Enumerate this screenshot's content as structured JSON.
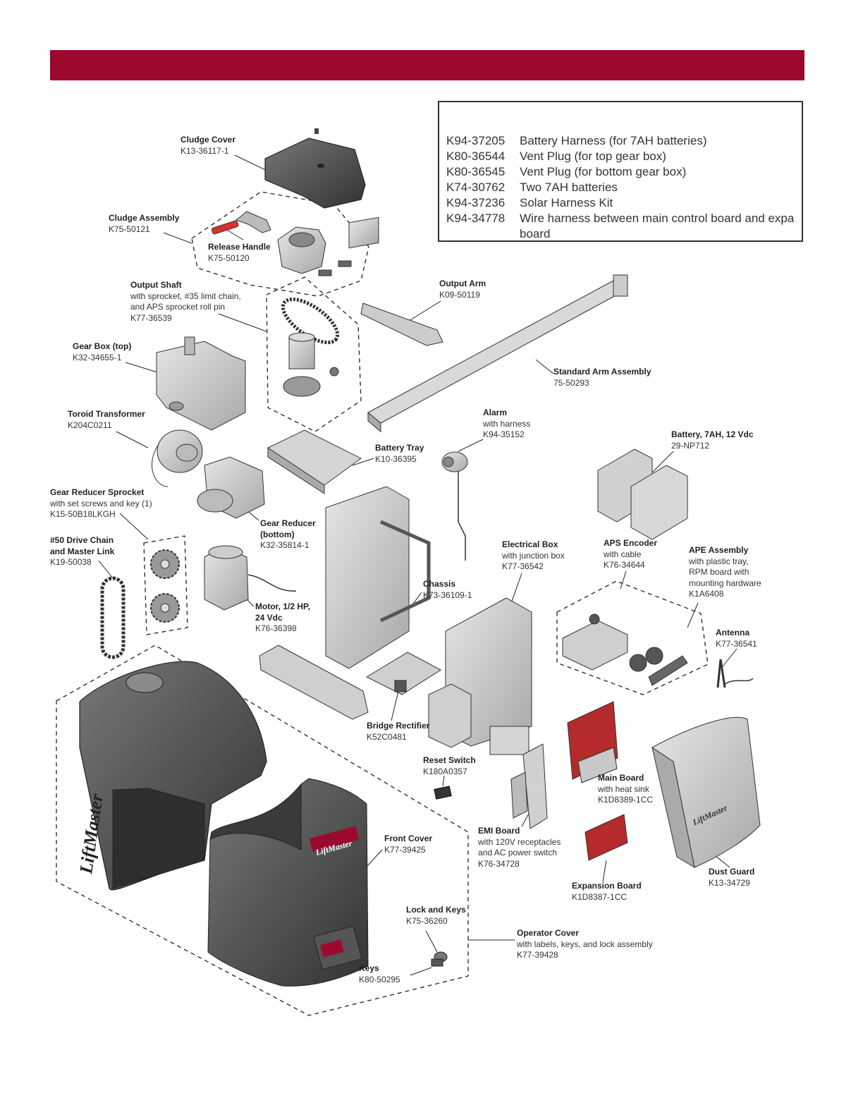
{
  "colors": {
    "brand": "#9b0a2e",
    "part_gray": "#d6d6d6",
    "part_dark": "#5a5a5a",
    "board_red": "#b52a2a",
    "release_red": "#d8322f"
  },
  "parts_list": [
    {
      "part": "K94-37205",
      "desc": "Battery Harness (for 7AH batteries)"
    },
    {
      "part": "K80-36544",
      "desc": "Vent Plug (for top gear box)"
    },
    {
      "part": "K80-36545",
      "desc": "Vent Plug (for bottom gear box)"
    },
    {
      "part": "K74-30762",
      "desc": "Two 7AH batteries"
    },
    {
      "part": "K94-37236",
      "desc": "Solar Harness Kit"
    },
    {
      "part": "K94-34778",
      "desc": "Wire harness between main control board and expa board"
    }
  ],
  "logos": {
    "cover": "LiftMaster",
    "front": "LiftMaster",
    "dust_guard": "LiftMaster"
  },
  "callouts": {
    "cludge_cover": {
      "name": "Cludge Cover",
      "part": "K13-36117-1"
    },
    "cludge_assembly": {
      "name": "Cludge Assembly",
      "part": "K75-50121"
    },
    "release_handle": {
      "name": "Release Handle",
      "part": "K75-50120"
    },
    "output_shaft": {
      "name": "Output Shaft",
      "desc1": "with sprocket, #35 limit chain,",
      "desc2": "and APS sprocket roll pin",
      "part": "K77-36539"
    },
    "output_arm": {
      "name": "Output Arm",
      "part": "K09-50119"
    },
    "gear_box_top": {
      "name": "Gear Box (top)",
      "part": "K32-34655-1"
    },
    "standard_arm": {
      "name": "Standard Arm Assembly",
      "part": "75-50293"
    },
    "toroid": {
      "name": "Toroid Transformer",
      "part": "K204C0211"
    },
    "alarm": {
      "name": "Alarm",
      "desc": "with harness",
      "part": "K94-35152"
    },
    "battery": {
      "name": "Battery, 7AH, 12 Vdc",
      "part": "29-NP712"
    },
    "battery_tray": {
      "name": "Battery Tray",
      "part": "K10-36395"
    },
    "gear_reducer_sprocket": {
      "name": "Gear Reducer Sprocket",
      "desc": "with set screws and key (1)",
      "part": "K15-50B18LKGH"
    },
    "gear_reducer": {
      "name1": "Gear Reducer",
      "name2": "(bottom)",
      "part": "K32-35814-1"
    },
    "drive_chain": {
      "name1": "#50 Drive Chain",
      "name2": "and Master Link",
      "part": "K19-50038"
    },
    "electrical_box": {
      "name": "Electrical Box",
      "desc": "with junction box",
      "part": "K77-36542"
    },
    "aps_encoder": {
      "name": "APS Encoder",
      "desc": "with cable",
      "part": "K76-34644"
    },
    "ape_assembly": {
      "name": "APE Assembly",
      "desc1": "with plastic tray,",
      "desc2": "RPM board with",
      "desc3": "mounting hardware",
      "part": "K1A6408"
    },
    "chassis": {
      "name": "Chassis",
      "part": "K73-36109-1"
    },
    "motor": {
      "name1": "Motor, 1/2 HP,",
      "name2": "24 Vdc",
      "part": "K76-36398"
    },
    "antenna": {
      "name": "Antenna",
      "part": "K77-36541"
    },
    "bridge_rectifier": {
      "name": "Bridge Rectifier",
      "part": "K52C0481"
    },
    "reset_switch": {
      "name": "Reset Switch",
      "part": "K180A0357"
    },
    "main_board": {
      "name": "Main Board",
      "desc": "with heat sink",
      "part": "K1D8389-1CC"
    },
    "emi_board": {
      "name": "EMI Board",
      "desc1": "with 120V receptacles",
      "desc2": "and AC power switch",
      "part": "K76-34728"
    },
    "front_cover": {
      "name": "Front Cover",
      "part": "K77-39425"
    },
    "expansion_board": {
      "name": "Expansion Board",
      "part": "K1D8387-1CC"
    },
    "dust_guard": {
      "name": "Dust Guard",
      "part": "K13-34729"
    },
    "lock_keys": {
      "name": "Lock and Keys",
      "part": "K75-36260"
    },
    "operator_cover": {
      "name": "Operator Cover",
      "desc": "with labels, keys, and lock assembly",
      "part": "K77-39428"
    },
    "keys": {
      "name": "Keys",
      "part": "K80-50295"
    }
  }
}
